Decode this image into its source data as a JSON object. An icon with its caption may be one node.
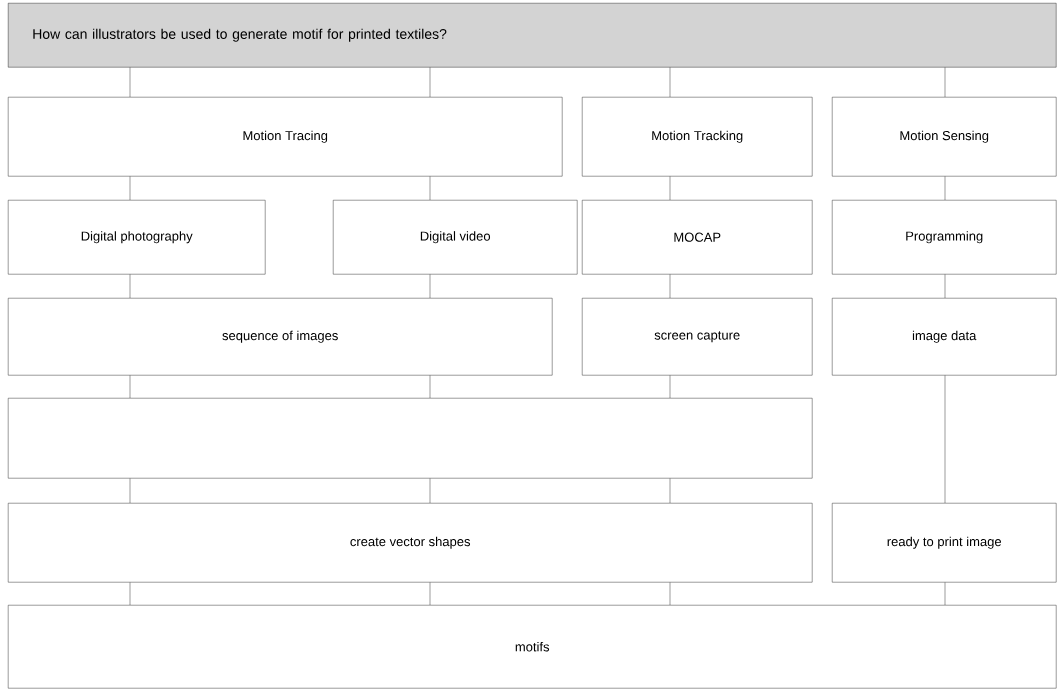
{
  "diagram": {
    "title": "How can illustrators be used to generate motif for printed textiles?",
    "nodes": [
      {
        "text": [
          "Motion Tracing"
        ]
      },
      {
        "text": [
          "Motion Tracking"
        ]
      },
      {
        "text": [
          "Motion Sensing"
        ]
      },
      {
        "text": [
          "Digital photography"
        ]
      },
      {
        "text": [
          "Digital video"
        ]
      },
      {
        "text": [
          "MOCAP"
        ]
      },
      {
        "text": [
          "Programming"
        ]
      },
      {
        "text": [
          "sequence of images"
        ]
      },
      {
        "text": [
          "screen capture"
        ]
      },
      {
        "text": [
          "image data"
        ]
      },
      {
        "text": [],
        "shape": "box"
      },
      {
        "text": [
          "create vector shapes"
        ]
      },
      {
        "text": [
          "ready to print image"
        ]
      },
      {
        "text": [
          "motifs"
        ]
      }
    ],
    "edges": [
      {
        "from": null,
        "to": 0,
        "arrow": "none"
      },
      {
        "from": null,
        "to": 0,
        "arrow": "none"
      },
      {
        "from": null,
        "to": 1,
        "arrow": "none"
      },
      {
        "from": null,
        "to": 2,
        "arrow": "none"
      },
      {
        "from": 0,
        "to": 3,
        "arrow": "none"
      },
      {
        "from": 0,
        "to": 4,
        "arrow": "none"
      },
      {
        "from": 1,
        "to": 5,
        "arrow": "none"
      },
      {
        "from": 2,
        "to": 6,
        "arrow": "none"
      },
      {
        "from": 3,
        "to": 7,
        "arrow": "none"
      },
      {
        "from": 4,
        "to": 7,
        "arrow": "none"
      },
      {
        "from": 5,
        "to": 8,
        "arrow": "none"
      },
      {
        "from": 6,
        "to": 9,
        "arrow": "none"
      },
      {
        "from": 7,
        "to": 10,
        "arrow": "none"
      },
      {
        "from": 7,
        "to": 10,
        "arrow": "none"
      },
      {
        "from": 8,
        "to": 10,
        "arrow": "none"
      },
      {
        "from": 9,
        "to": 12,
        "arrow": "none"
      },
      {
        "from": 10,
        "to": 11,
        "arrow": "none"
      },
      {
        "from": 10,
        "to": 11,
        "arrow": "none"
      },
      {
        "from": 10,
        "to": 11,
        "arrow": "none"
      },
      {
        "from": 11,
        "to": 13,
        "arrow": "none"
      },
      {
        "from": 11,
        "to": 13,
        "arrow": "none"
      },
      {
        "from": 11,
        "to": 13,
        "arrow": "none"
      },
      {
        "from": 12,
        "to": 13,
        "arrow": "none"
      }
    ]
  }
}
